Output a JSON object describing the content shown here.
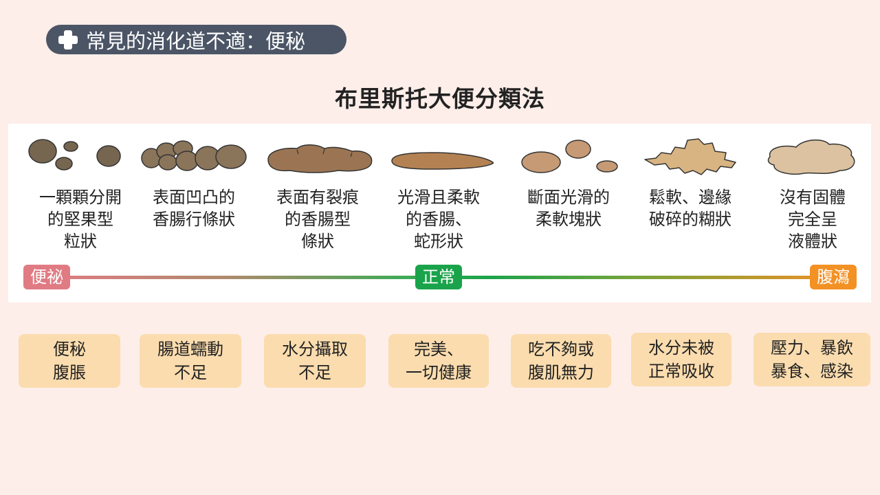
{
  "header": {
    "title": "常見的消化道不適：便秘",
    "icon": "medical-cross-icon"
  },
  "heading": "布里斯托大便分類法",
  "stool_types": [
    {
      "label": "一顆顆分開\n的堅果型\n粒狀",
      "color": "#766650"
    },
    {
      "label": "表面凹凸的\n香腸行條狀",
      "color": "#8a745a"
    },
    {
      "label": "表面有裂痕\n的香腸型\n條狀",
      "color": "#9b7553"
    },
    {
      "label": "光滑且柔軟\n的香腸、\n蛇形狀",
      "color": "#b48252"
    },
    {
      "label": "斷面光滑的\n柔軟塊狀",
      "color": "#c69a74"
    },
    {
      "label": "鬆軟、邊緣\n破碎的糊狀",
      "color": "#d8b482"
    },
    {
      "label": "沒有固體\n完全呈\n液體狀",
      "color": "#dcc2a1"
    }
  ],
  "scale": {
    "constipation": "便祕",
    "normal": "正常",
    "diarrhea": "腹瀉",
    "colors": {
      "constipation": "#e07b83",
      "normal": "#1aa34a",
      "diarrhea": "#f39124"
    }
  },
  "causes": [
    {
      "label": "便秘\n腹脹"
    },
    {
      "label": "腸道蠕動\n不足"
    },
    {
      "label": "水分攝取\n不足"
    },
    {
      "label": "完美、\n一切健康"
    },
    {
      "label": "吃不夠或\n腹肌無力"
    },
    {
      "label": "水分未被\n正常吸收"
    },
    {
      "label": "壓力、暴飲\n暴食、感染"
    }
  ]
}
